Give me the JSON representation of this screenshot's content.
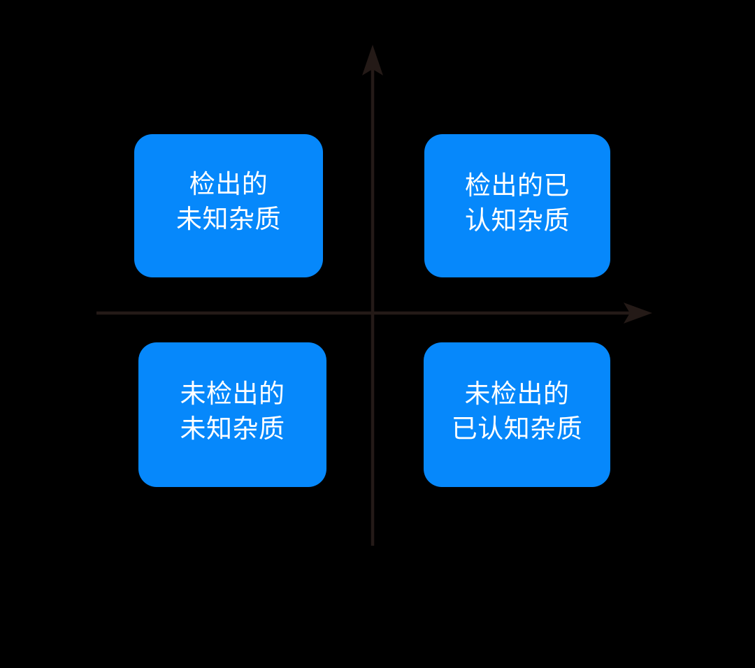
{
  "diagram": {
    "type": "two-axis-quadrant",
    "background_color": "#000000",
    "box_color": "#0688fb",
    "box_text_color": "#ffffff",
    "axis_color": "#241a17",
    "axes": {
      "vertical": {
        "name": "vertical-axis",
        "arrow_direction": "up"
      },
      "horizontal": {
        "name": "horizontal-axis",
        "arrow_direction": "right"
      }
    },
    "quadrants": [
      {
        "id": "top-left",
        "name": "detected-unknown-impurity",
        "lines": [
          "检出的",
          "未知杂质"
        ]
      },
      {
        "id": "top-right",
        "name": "detected-known-impurity",
        "lines": [
          "检出的已",
          "认知杂质"
        ]
      },
      {
        "id": "bottom-left",
        "name": "undetected-unknown-impurity",
        "lines": [
          "未检出的",
          "未知杂质"
        ]
      },
      {
        "id": "bottom-right",
        "name": "undetected-known-impurity",
        "lines": [
          "未检出的",
          "已认知杂质"
        ]
      }
    ]
  }
}
